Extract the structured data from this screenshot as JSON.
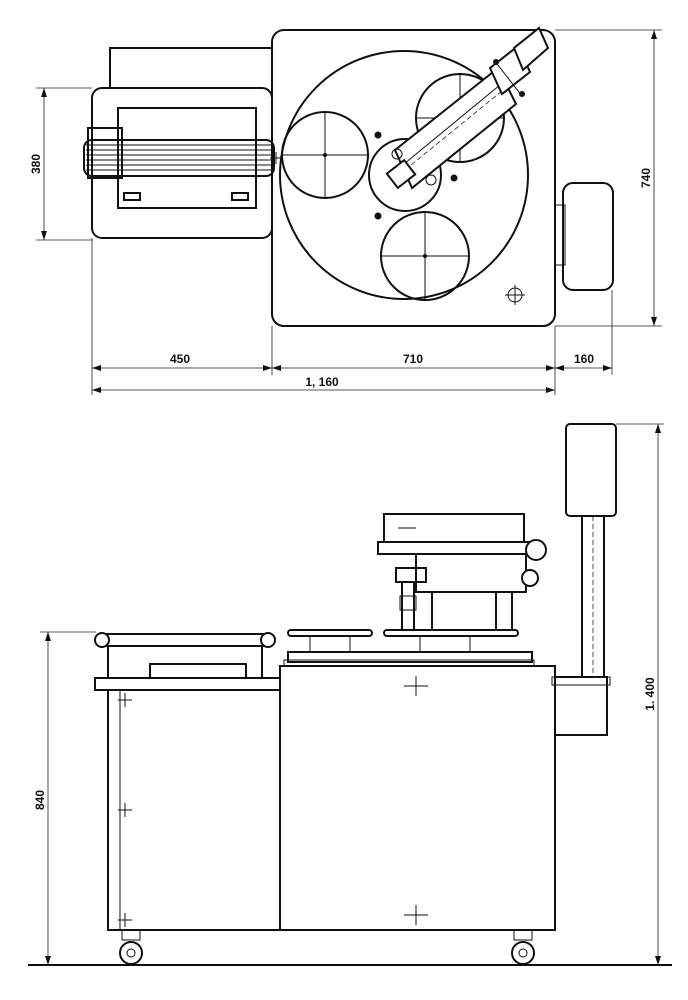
{
  "top_view": {
    "dims": {
      "depth_small": "380",
      "depth_total": "740",
      "width_left": "450",
      "width_center": "710",
      "width_right": "160",
      "width_total": "1, 160"
    }
  },
  "side_view": {
    "dims": {
      "table_height": "840",
      "total_height": "1. 400"
    }
  }
}
